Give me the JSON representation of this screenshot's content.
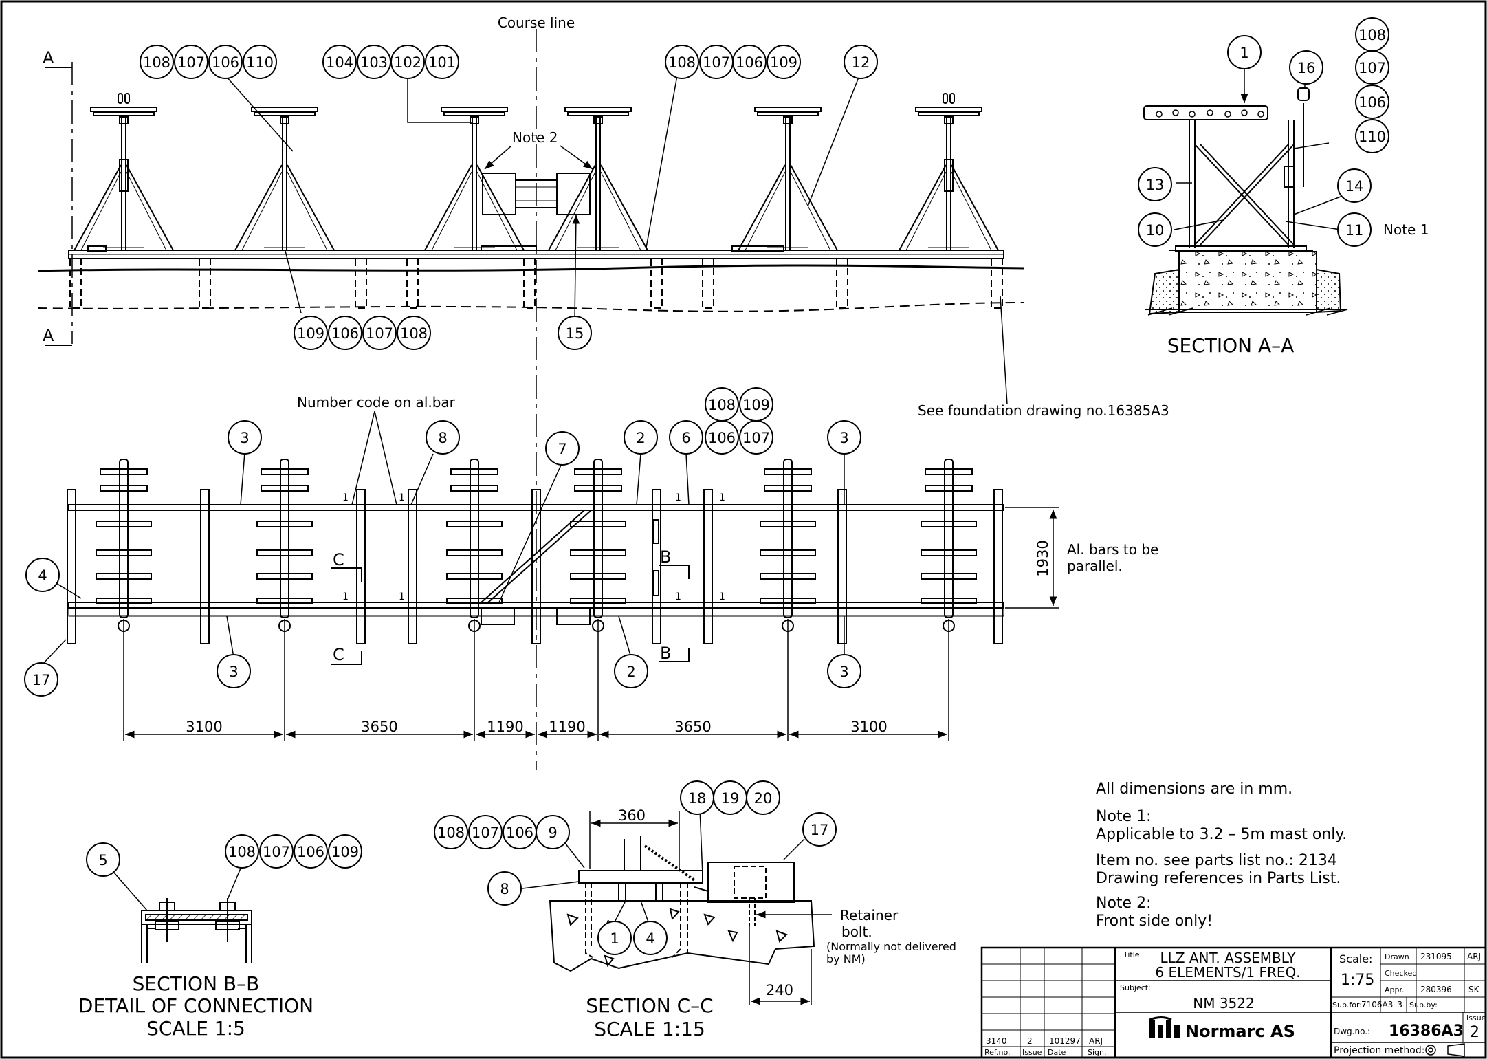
{
  "course_line": "Course line",
  "section_marks": {
    "a_top": "A",
    "a_bottom": "A",
    "b": "B",
    "c": "C"
  },
  "notes_on_drawing": {
    "note2": "Note 2",
    "note1": "Note 1",
    "number_code": "Number code on al.bar",
    "foundation_ref": "See foundation drawing no.16385A3",
    "al_bars_line1": "Al. bars to be",
    "al_bars_line2": "parallel.",
    "bar_code": "1",
    "retainer_line1": "Retainer",
    "retainer_line2": "bolt.",
    "retainer_line3": "(Normally not delivered",
    "retainer_line4": "by NM)"
  },
  "balloons": {
    "b101": "101",
    "b102": "102",
    "b103": "103",
    "b104": "104",
    "b106": "106",
    "b107": "107",
    "b108": "108",
    "b109": "109",
    "b110": "110",
    "b1": "1",
    "b2": "2",
    "b3": "3",
    "b4": "4",
    "b5": "5",
    "b6": "6",
    "b7": "7",
    "b8": "8",
    "b9": "9",
    "b10": "10",
    "b11": "11",
    "b12": "12",
    "b13": "13",
    "b14": "14",
    "b15": "15",
    "b16": "16",
    "b17": "17",
    "b18": "18",
    "b19": "19",
    "b20": "20"
  },
  "dimensions": {
    "d3100": "3100",
    "d3650": "3650",
    "d1190": "1190",
    "d1930": "1930",
    "d360": "360",
    "d240": "240"
  },
  "section_titles": {
    "aa": "SECTION A–A",
    "bb_1": "SECTION B–B",
    "bb_2": "DETAIL OF CONNECTION",
    "bb_3": "SCALE 1:5",
    "cc_1": "SECTION C–C",
    "cc_2": "SCALE 1:15"
  },
  "general_notes": {
    "dims": "All dimensions are in mm.",
    "note1_title": "Note 1:",
    "note1_text": "Applicable to 3.2 – 5m mast only.",
    "item_no": "Item no. see parts list no.: 2134",
    "drawing_refs": "Drawing references in Parts List.",
    "note2_title": "Note 2:",
    "note2_text": "Front side only!"
  },
  "title_block": {
    "title_label": "Title:",
    "title_line1": "LLZ ANT. ASSEMBLY",
    "title_line2": "6 ELEMENTS/1 FREQ.",
    "subject_label": "Subject:",
    "subject": "NM 3522",
    "company": "Normarc AS",
    "scale_label": "Scale:",
    "scale": "1:75",
    "drawn_label": "Drawn",
    "drawn_date": "231095",
    "drawn_sign": "ARJ",
    "checked_label": "Checked",
    "appr_label": "Appr.",
    "appr_date": "280396",
    "appr_sign": "SK",
    "supfor_label": "Sup.for:",
    "supfor": "7106A3–3",
    "supby_label": "Sup.by:",
    "dwgno_label": "Dwg.no.:",
    "dwgno": "16386A3",
    "issue_label": "Issue",
    "issue": "2",
    "projection_label": "Projection method:",
    "rev_ref": "3140",
    "rev_issue": "2",
    "rev_date": "101297",
    "rev_sign": "ARJ",
    "hdr_ref": "Ref.no.",
    "hdr_issue": "Issue",
    "hdr_date": "Date",
    "hdr_sign": "Sign."
  }
}
